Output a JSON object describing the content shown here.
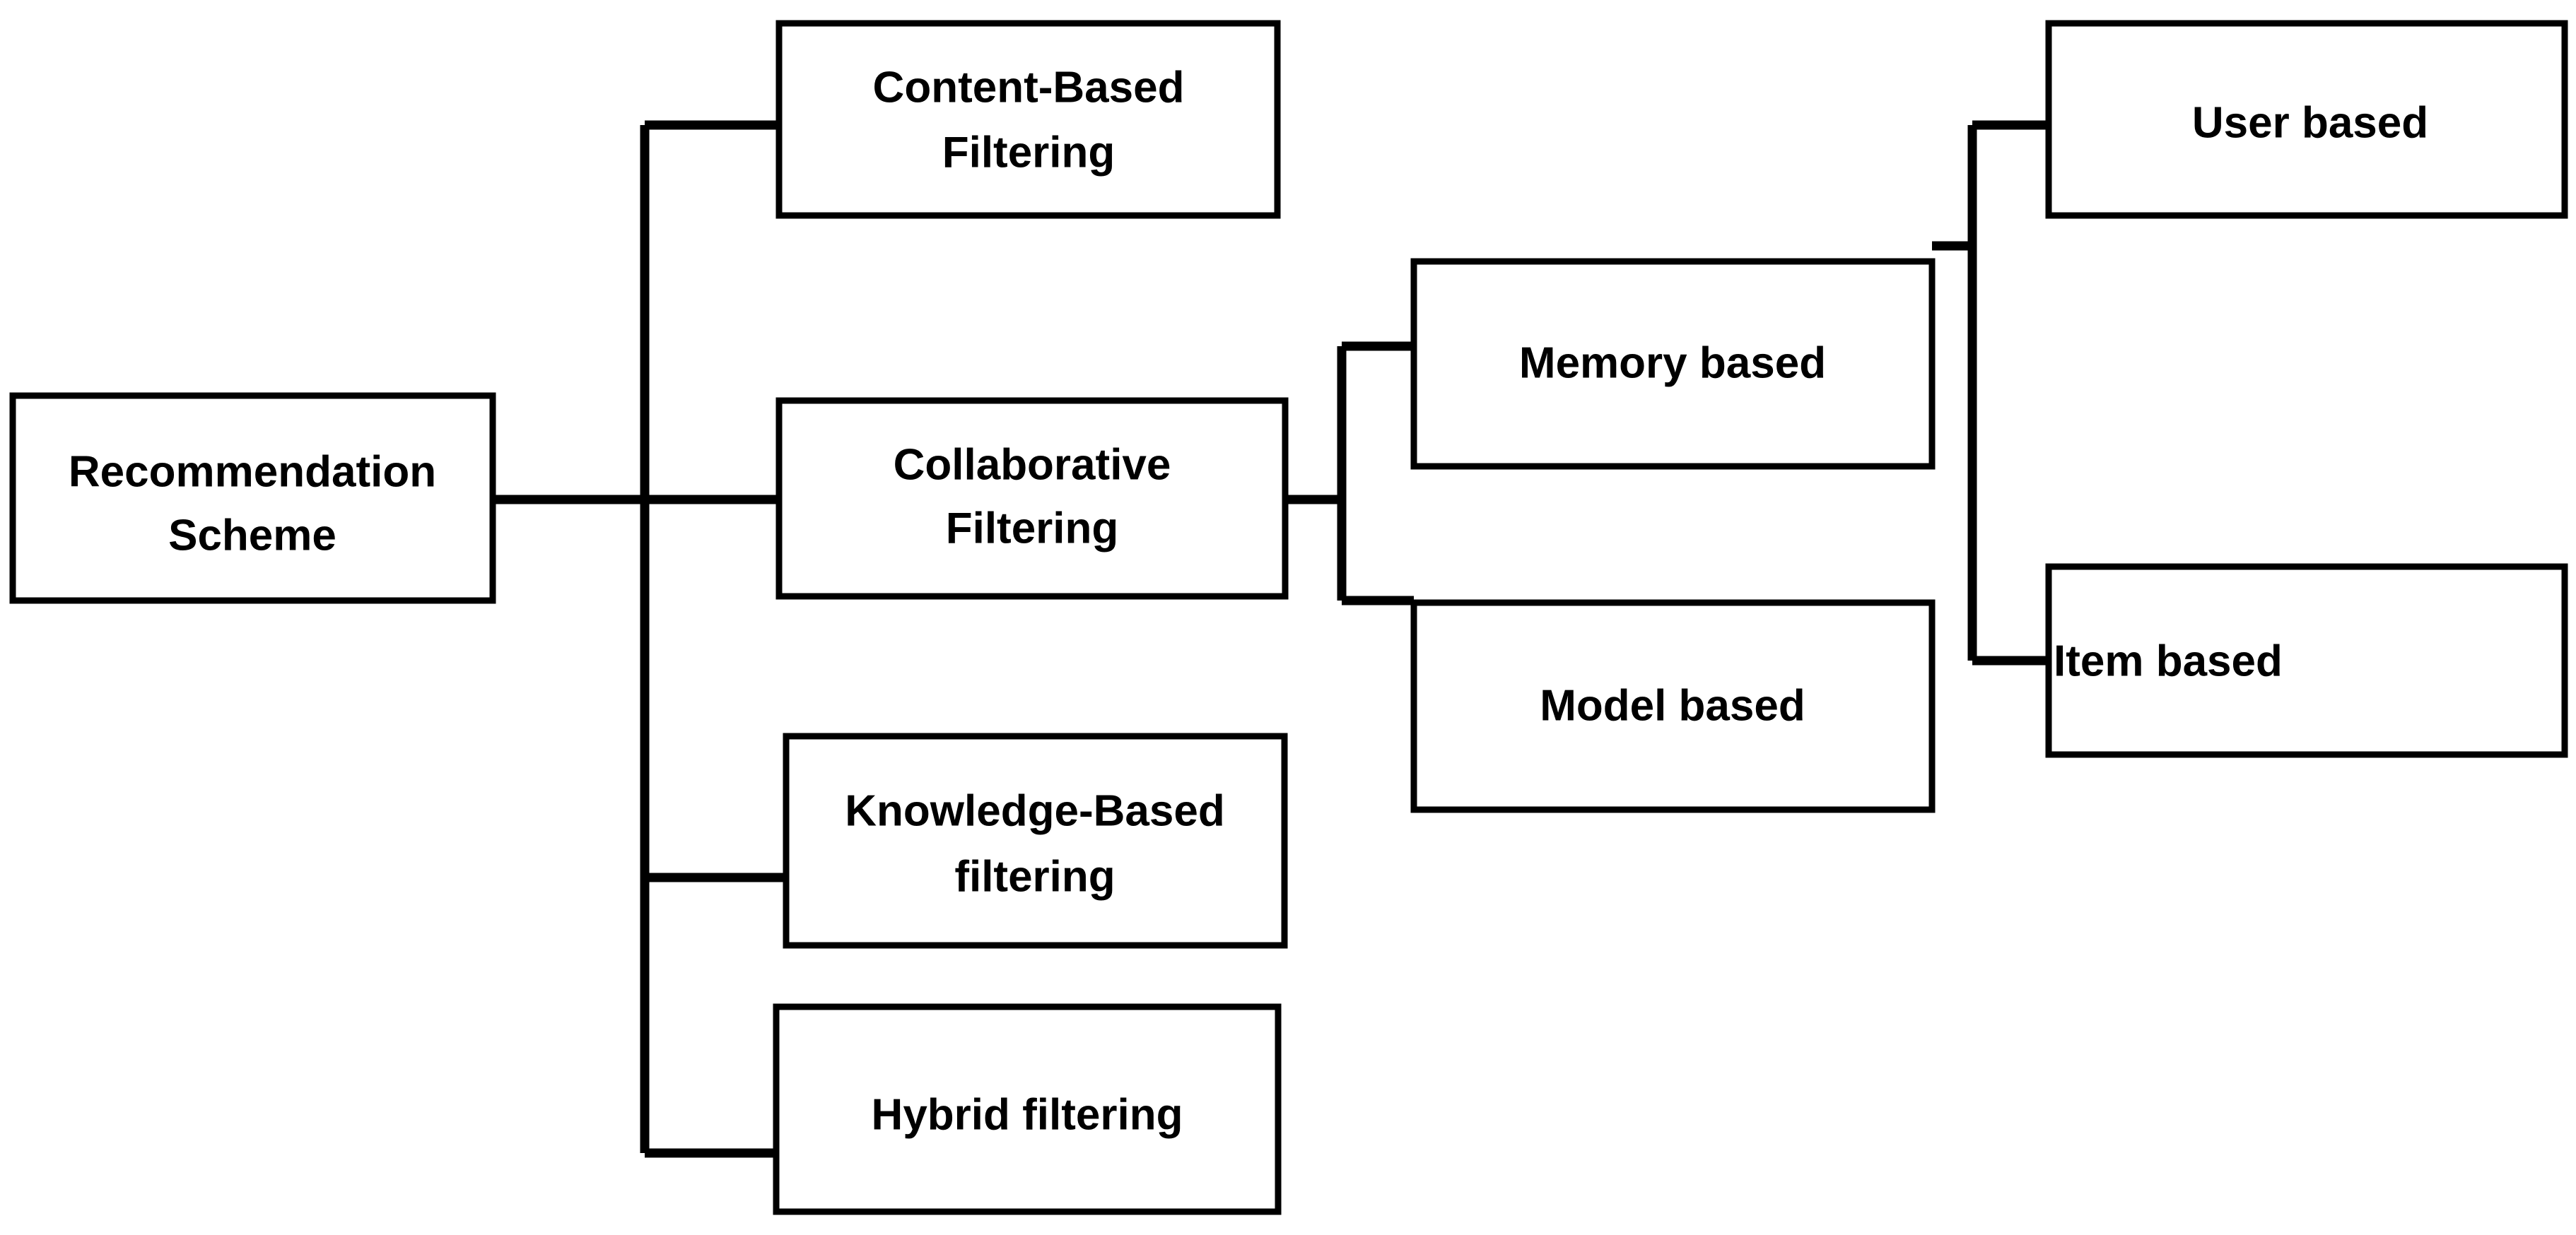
{
  "diagram": {
    "title": "Recommendation Scheme",
    "type": "hierarchy-tree",
    "orientation": "left-to-right",
    "background_color": "#ffffff",
    "line_color": "#000000",
    "box_fill": "#ffffff",
    "box_border_color": "#000000",
    "text_color": "#000000",
    "nodes": {
      "root": {
        "label_line1": "Recommendation",
        "label_line2": "Scheme",
        "level": 0
      },
      "content_based": {
        "label_line1": "Content-Based",
        "label_line2": "Filtering",
        "level": 1
      },
      "collaborative": {
        "label_line1": "Collaborative",
        "label_line2": "Filtering",
        "level": 1
      },
      "knowledge_based": {
        "label_line1": "Knowledge-Based",
        "label_line2": "filtering",
        "level": 1
      },
      "hybrid": {
        "label_line1": "Hybrid filtering",
        "label_line2": "",
        "level": 1
      },
      "memory_based": {
        "label_line1": "Memory based",
        "label_line2": "",
        "level": 2
      },
      "model_based": {
        "label_line1": "Model based",
        "label_line2": "",
        "level": 2
      },
      "user_based": {
        "label_line1": "User based",
        "label_line2": "",
        "level": 3
      },
      "item_based": {
        "label_line1": "Item based",
        "label_line2": "",
        "level": 3
      }
    },
    "edges": [
      {
        "from": "root",
        "to": "content_based"
      },
      {
        "from": "root",
        "to": "collaborative"
      },
      {
        "from": "root",
        "to": "knowledge_based"
      },
      {
        "from": "root",
        "to": "hybrid"
      },
      {
        "from": "collaborative",
        "to": "memory_based"
      },
      {
        "from": "collaborative",
        "to": "model_based"
      },
      {
        "from": "memory_based",
        "to": "user_based"
      },
      {
        "from": "memory_based",
        "to": "item_based"
      }
    ]
  }
}
